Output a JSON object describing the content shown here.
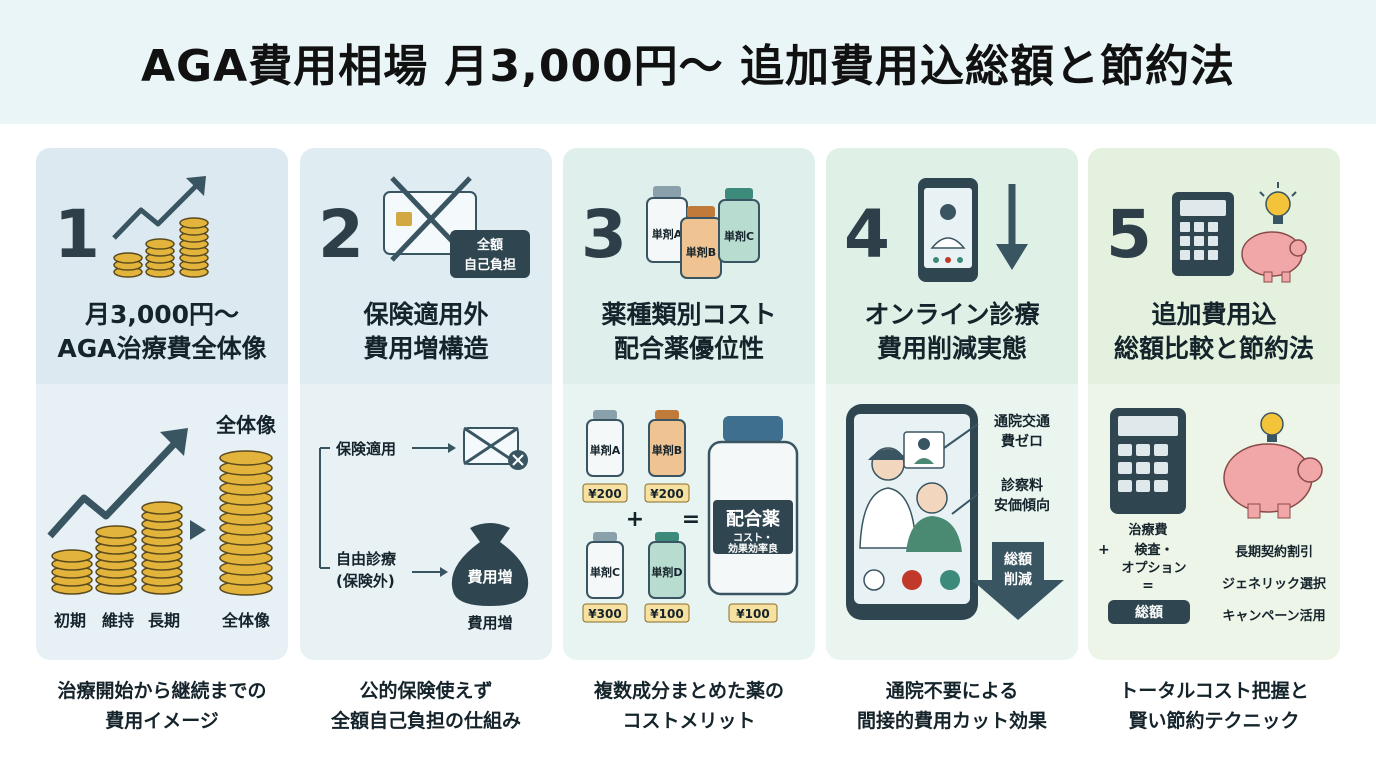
{
  "title": "AGA費用相場 月3,000円〜 追加費用込総額と節約法",
  "colors": {
    "header_bg": "#eaf5f8",
    "panel1": "#dfeef5",
    "panel2": "#e3f0f4",
    "panel3": "#e3f2ef",
    "panel4": "#e4f3ea",
    "panel5": "#e9f4e3",
    "dark": "#2f4651",
    "coin": "#e2b43c"
  },
  "panels": [
    {
      "num": "1",
      "title_line1": "月3,000円〜",
      "title_line2": "AGA治療費全体像",
      "labels": {
        "top": "全体像",
        "initial": "初期",
        "maintain": "維持",
        "long": "長期",
        "whole": "全体像"
      },
      "caption_line1": "治療開始から継続までの",
      "caption_line2": "費用イメージ"
    },
    {
      "num": "2",
      "title_line1": "保険適用外",
      "title_line2": "費用増構造",
      "labels": {
        "card_line1": "全額",
        "card_line2": "自己負担",
        "insured": "保険適用",
        "free_line1": "自由診療",
        "free_line2": "(保険外)",
        "bag": "費用増",
        "bag_caption": "費用増"
      },
      "caption_line1": "公的保険使えず",
      "caption_line2": "全額自己負担の仕組み"
    },
    {
      "num": "3",
      "title_line1": "薬種類別コスト",
      "title_line2": "配合薬優位性",
      "labels": {
        "bottle_a": "単剤A",
        "bottle_b": "単剤B",
        "bottle_c": "単剤C",
        "bottle_d": "単剤D",
        "price_a": "¥200",
        "price_b": "¥200",
        "price_c": "¥300",
        "price_d": "¥100",
        "plus": "+",
        "equals": "=",
        "combo": "配合薬",
        "combo_sub_line1": "コスト・",
        "combo_sub_line2": "効果効率良",
        "combo_price": "¥100"
      },
      "caption_line1": "複数成分まとめた薬の",
      "caption_line2": "コストメリット"
    },
    {
      "num": "4",
      "title_line1": "オンライン診療",
      "title_line2": "費用削減実態",
      "labels": {
        "transport_line1": "通院交通",
        "transport_line2": "費ゼロ",
        "fee_line1": "診察料",
        "fee_line2": "安価傾向",
        "total_line1": "総額",
        "total_line2": "削減"
      },
      "caption_line1": "通院不要による",
      "caption_line2": "間接的費用カット効果"
    },
    {
      "num": "5",
      "title_line1": "追加費用込",
      "title_line2": "総額比較と節約法",
      "labels": {
        "treatment": "治療費",
        "plus": "+",
        "exam_line1": "検査・",
        "exam_line2": "オプション",
        "equals": "=",
        "total": "総額",
        "tip1": "長期契約割引",
        "tip2": "ジェネリック選択",
        "tip3": "キャンペーン活用"
      },
      "caption_line1": "トータルコスト把握と",
      "caption_line2": "賢い節約テクニック"
    }
  ]
}
